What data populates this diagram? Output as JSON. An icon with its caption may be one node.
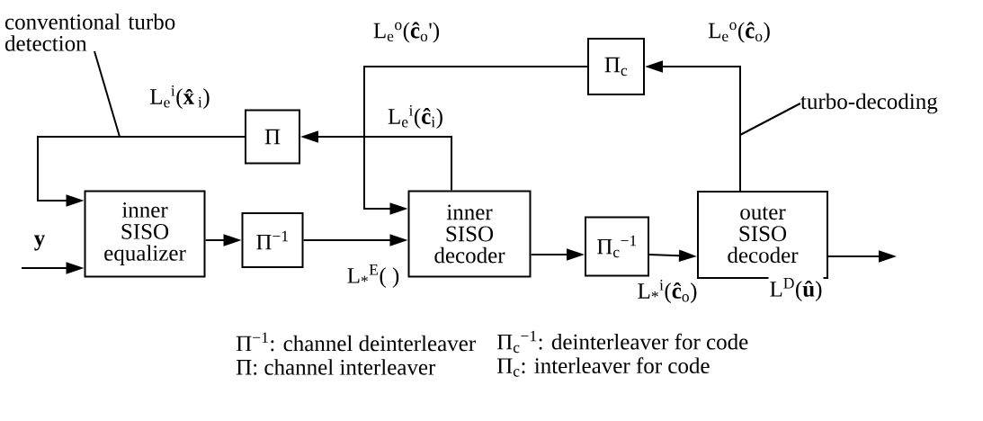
{
  "diagram": {
    "nodes": [
      {
        "text": [
          "conventional turbo detection"
        ]
      },
      {
        "text": [
          "inner SISO equalizer"
        ]
      },
      {
        "text": [
          "Π"
        ]
      },
      {
        "text": [
          "Π$^{−1}$"
        ]
      },
      {
        "text": [
          "inner SISO decoder"
        ]
      },
      {
        "text": [
          "Π$_{c}$"
        ]
      },
      {
        "text": [
          "Π$_{c}$$^{−1}$"
        ]
      },
      {
        "text": [
          "outer SISO decoder"
        ]
      },
      {
        "text": [
          "turbo-decoding"
        ]
      }
    ],
    "edges": [
      {
        "from": null,
        "to": 1,
        "arrow": "to",
        "label": "y"
      },
      {
        "from": 1,
        "to": 3,
        "arrow": "to"
      },
      {
        "from": 3,
        "to": 4,
        "arrow": "to",
        "label": "L$_{*}$$^{E}$( )"
      },
      {
        "from": 4,
        "to": 2,
        "arrow": "to",
        "label": "L$_{e}$$^{i}$(**ĉ**$_{i}$)"
      },
      {
        "from": 2,
        "to": 1,
        "arrow": "to",
        "label": "L$_{e}$$^{i}$(**x̂**$_{i}$)"
      },
      {
        "from": 4,
        "to": 6,
        "arrow": "to"
      },
      {
        "from": 6,
        "to": 7,
        "arrow": "to",
        "label": "L$_{*}$$^{i}$(**ĉ**$_{o}$)"
      },
      {
        "from": 7,
        "to": null,
        "arrow": "to",
        "label": "L$^{D}$(**û**)"
      },
      {
        "from": 7,
        "to": 5,
        "arrow": "to",
        "label": "L$_{e}$$^{o}$(**ĉ**$_{o}$)"
      },
      {
        "from": 5,
        "to": 4,
        "arrow": "to",
        "label": "L$_{e}$$^{o}$(**ĉ**$_{o}$')"
      },
      {
        "from": 0,
        "to": null,
        "arrow": "none"
      },
      {
        "from": 8,
        "to": null,
        "arrow": "none"
      }
    ],
    "labels": [
      "Π$^{−1}$: channel deinterleaver",
      "Π$_{c}$$^{−1}$: deinterleaver for code",
      "Π: channel interleaver",
      "Π$_{c}$: interleaver for code"
    ]
  }
}
